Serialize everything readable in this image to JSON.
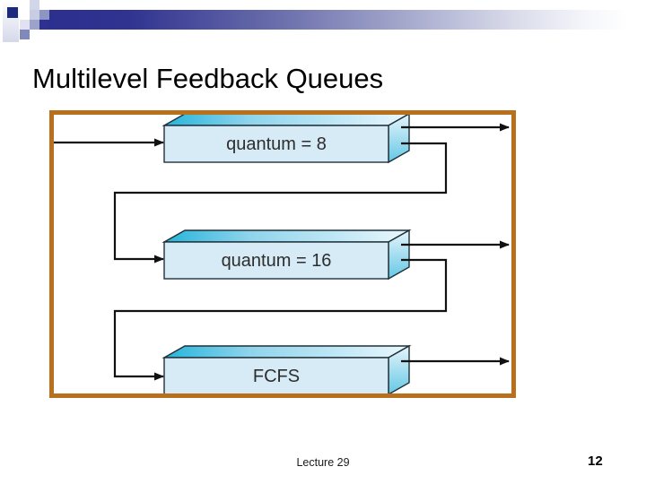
{
  "slide": {
    "title": "Multilevel Feedback Queues",
    "footer_lecture": "Lecture 29",
    "footer_page": "12"
  },
  "diagram": {
    "type": "multilevel-feedback-queue-flow",
    "queues": [
      {
        "label": "quantum = 8"
      },
      {
        "label": "quantum = 16"
      },
      {
        "label": "FCFS"
      }
    ],
    "flow": [
      "entry arrow into quantum=8 queue",
      "quantum=8 exits right; feedback path descends into quantum=16 queue",
      "quantum=16 exits right; feedback path descends into FCFS queue",
      "FCFS exits right"
    ],
    "colors": {
      "frame_border": "#b9701d",
      "box_front": "#d7ebf7",
      "box_cyan": "#25b4da",
      "box_pale": "#e9f7fc",
      "box_outline": "#1f3038",
      "arrow": "#111111",
      "header_bar_dark": "#2c2f8e",
      "mosaic_dark_square": "#1c2a7c"
    }
  }
}
